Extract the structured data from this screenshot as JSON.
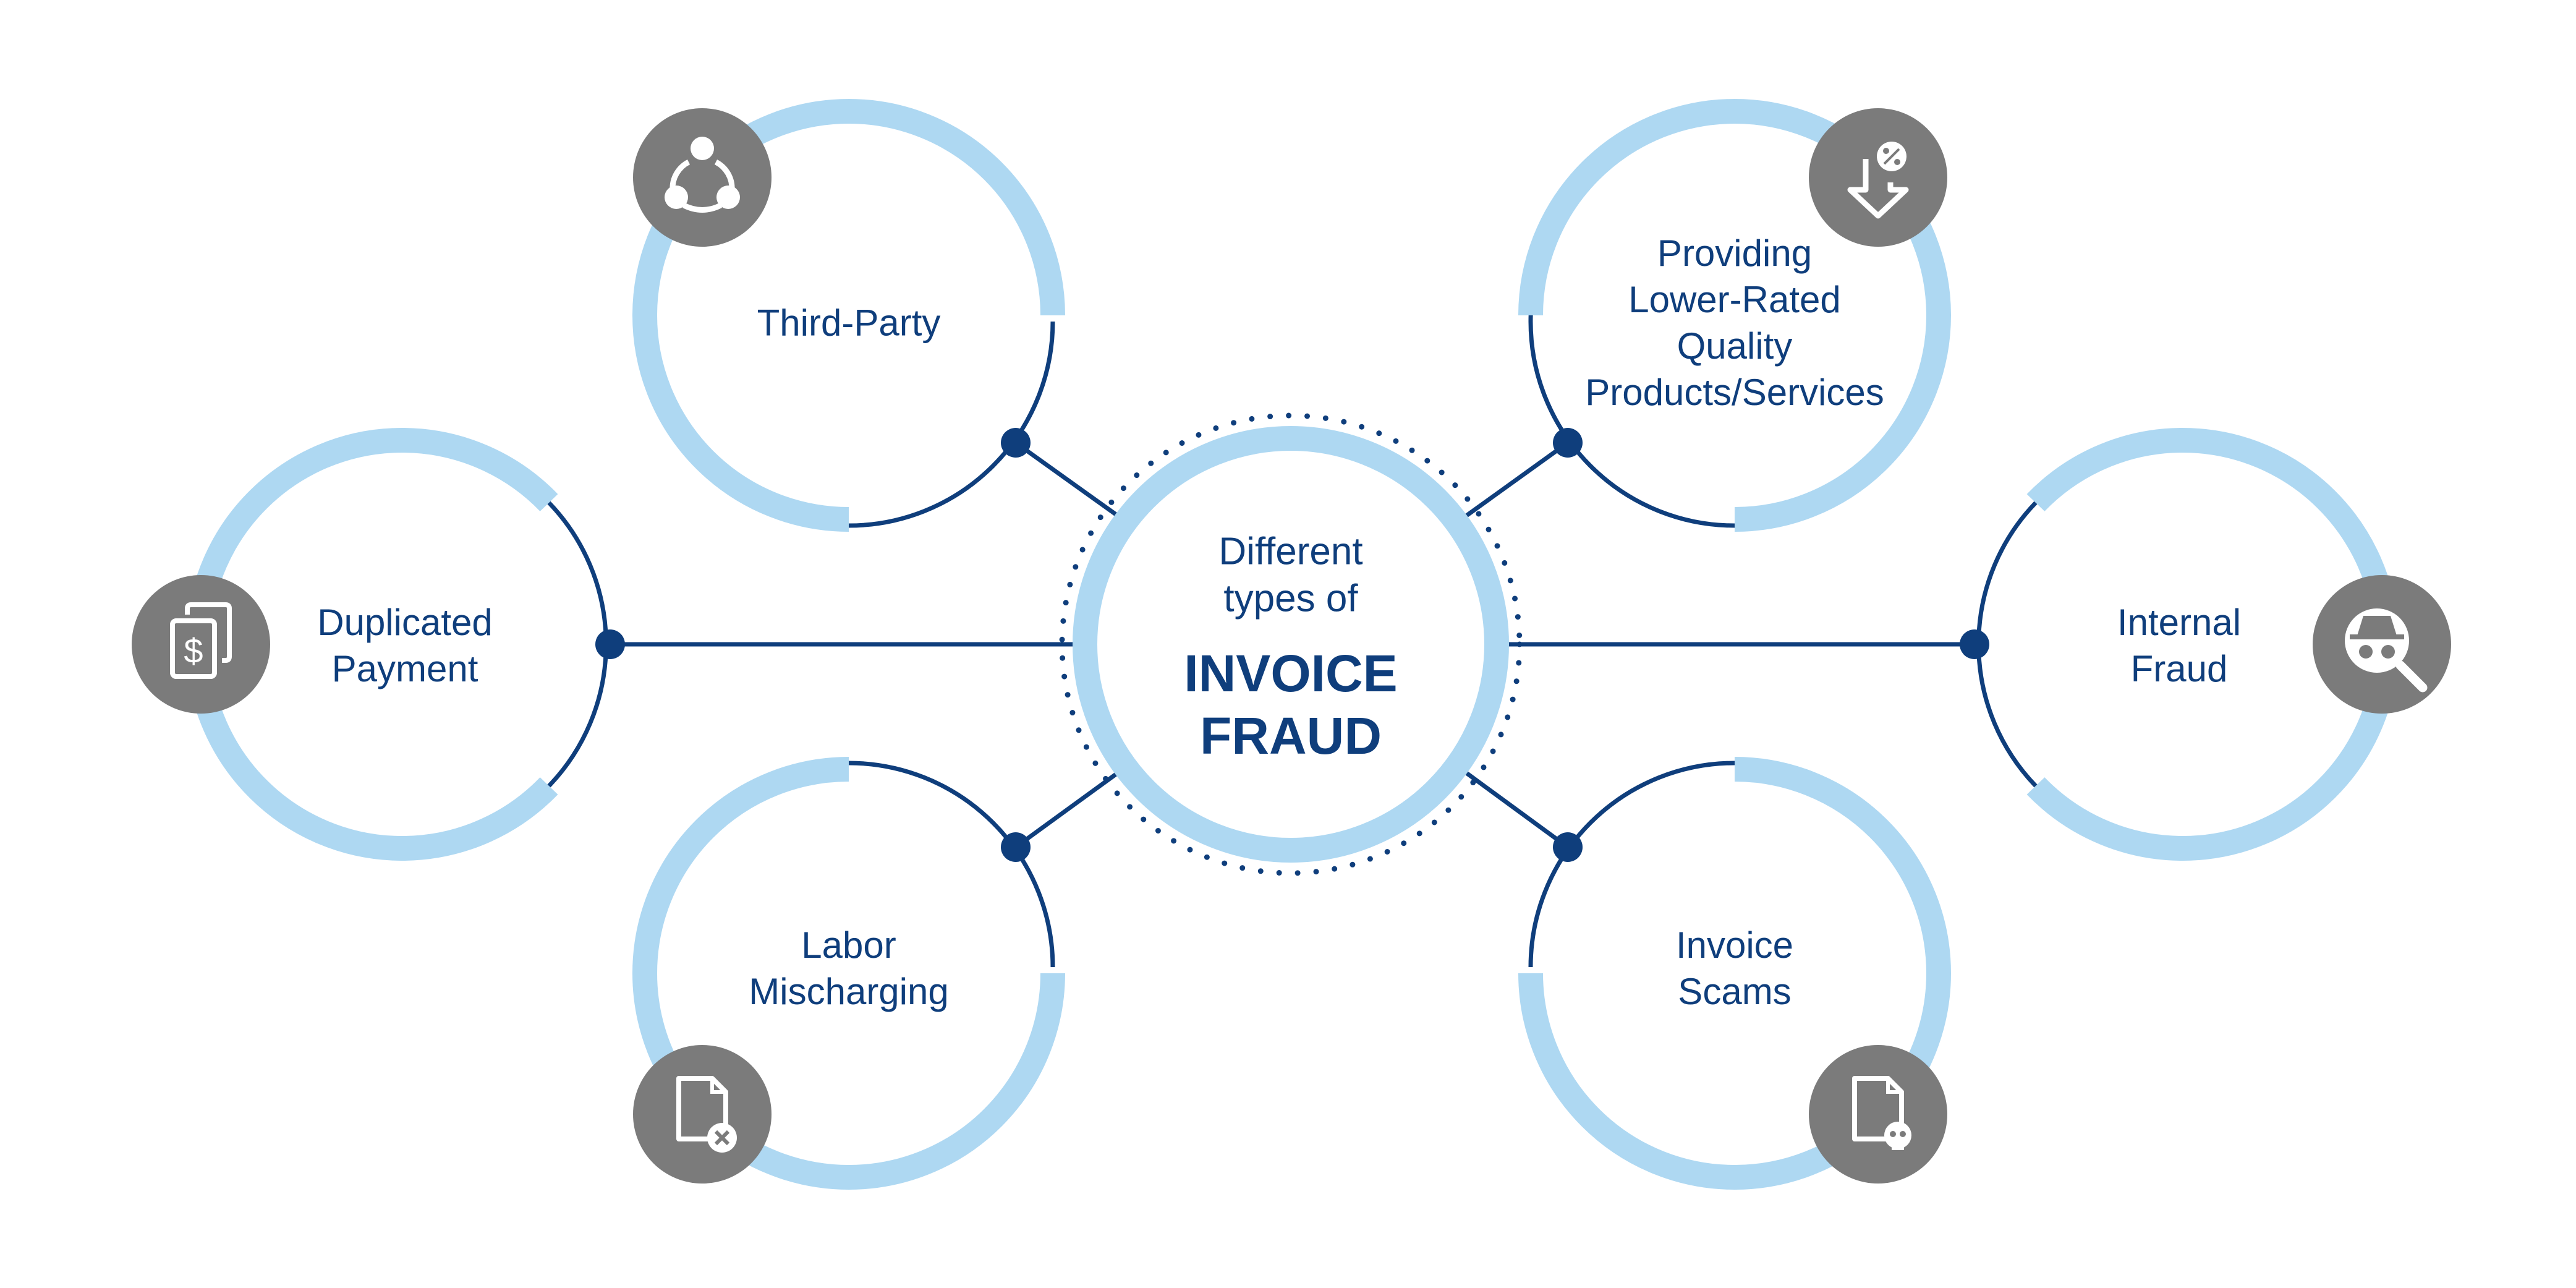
{
  "center": {
    "subtitle": "Different\ntypes of",
    "title": "INVOICE\nFRAUD"
  },
  "nodes": [
    {
      "id": "third-party",
      "label": "Third-Party",
      "icon": "network-icon"
    },
    {
      "id": "providing-lower-rated",
      "label": "Providing\nLower-Rated\nQuality\nProducts/Services",
      "icon": "price-down-icon"
    },
    {
      "id": "duplicated-payment",
      "label": "Duplicated\nPayment",
      "icon": "duplicate-dollar-icon"
    },
    {
      "id": "internal-fraud",
      "label": "Internal\nFraud",
      "icon": "spy-search-icon"
    },
    {
      "id": "labor-mischarging",
      "label": "Labor\nMischarging",
      "icon": "document-x-icon"
    },
    {
      "id": "invoice-scams",
      "label": "Invoice\nScams",
      "icon": "document-skull-icon"
    }
  ],
  "colors": {
    "navy": "#0f3e7c",
    "light_blue": "#aed8f2",
    "icon_gray": "#7b7b7b",
    "icon_glyph": "#ffffff"
  }
}
